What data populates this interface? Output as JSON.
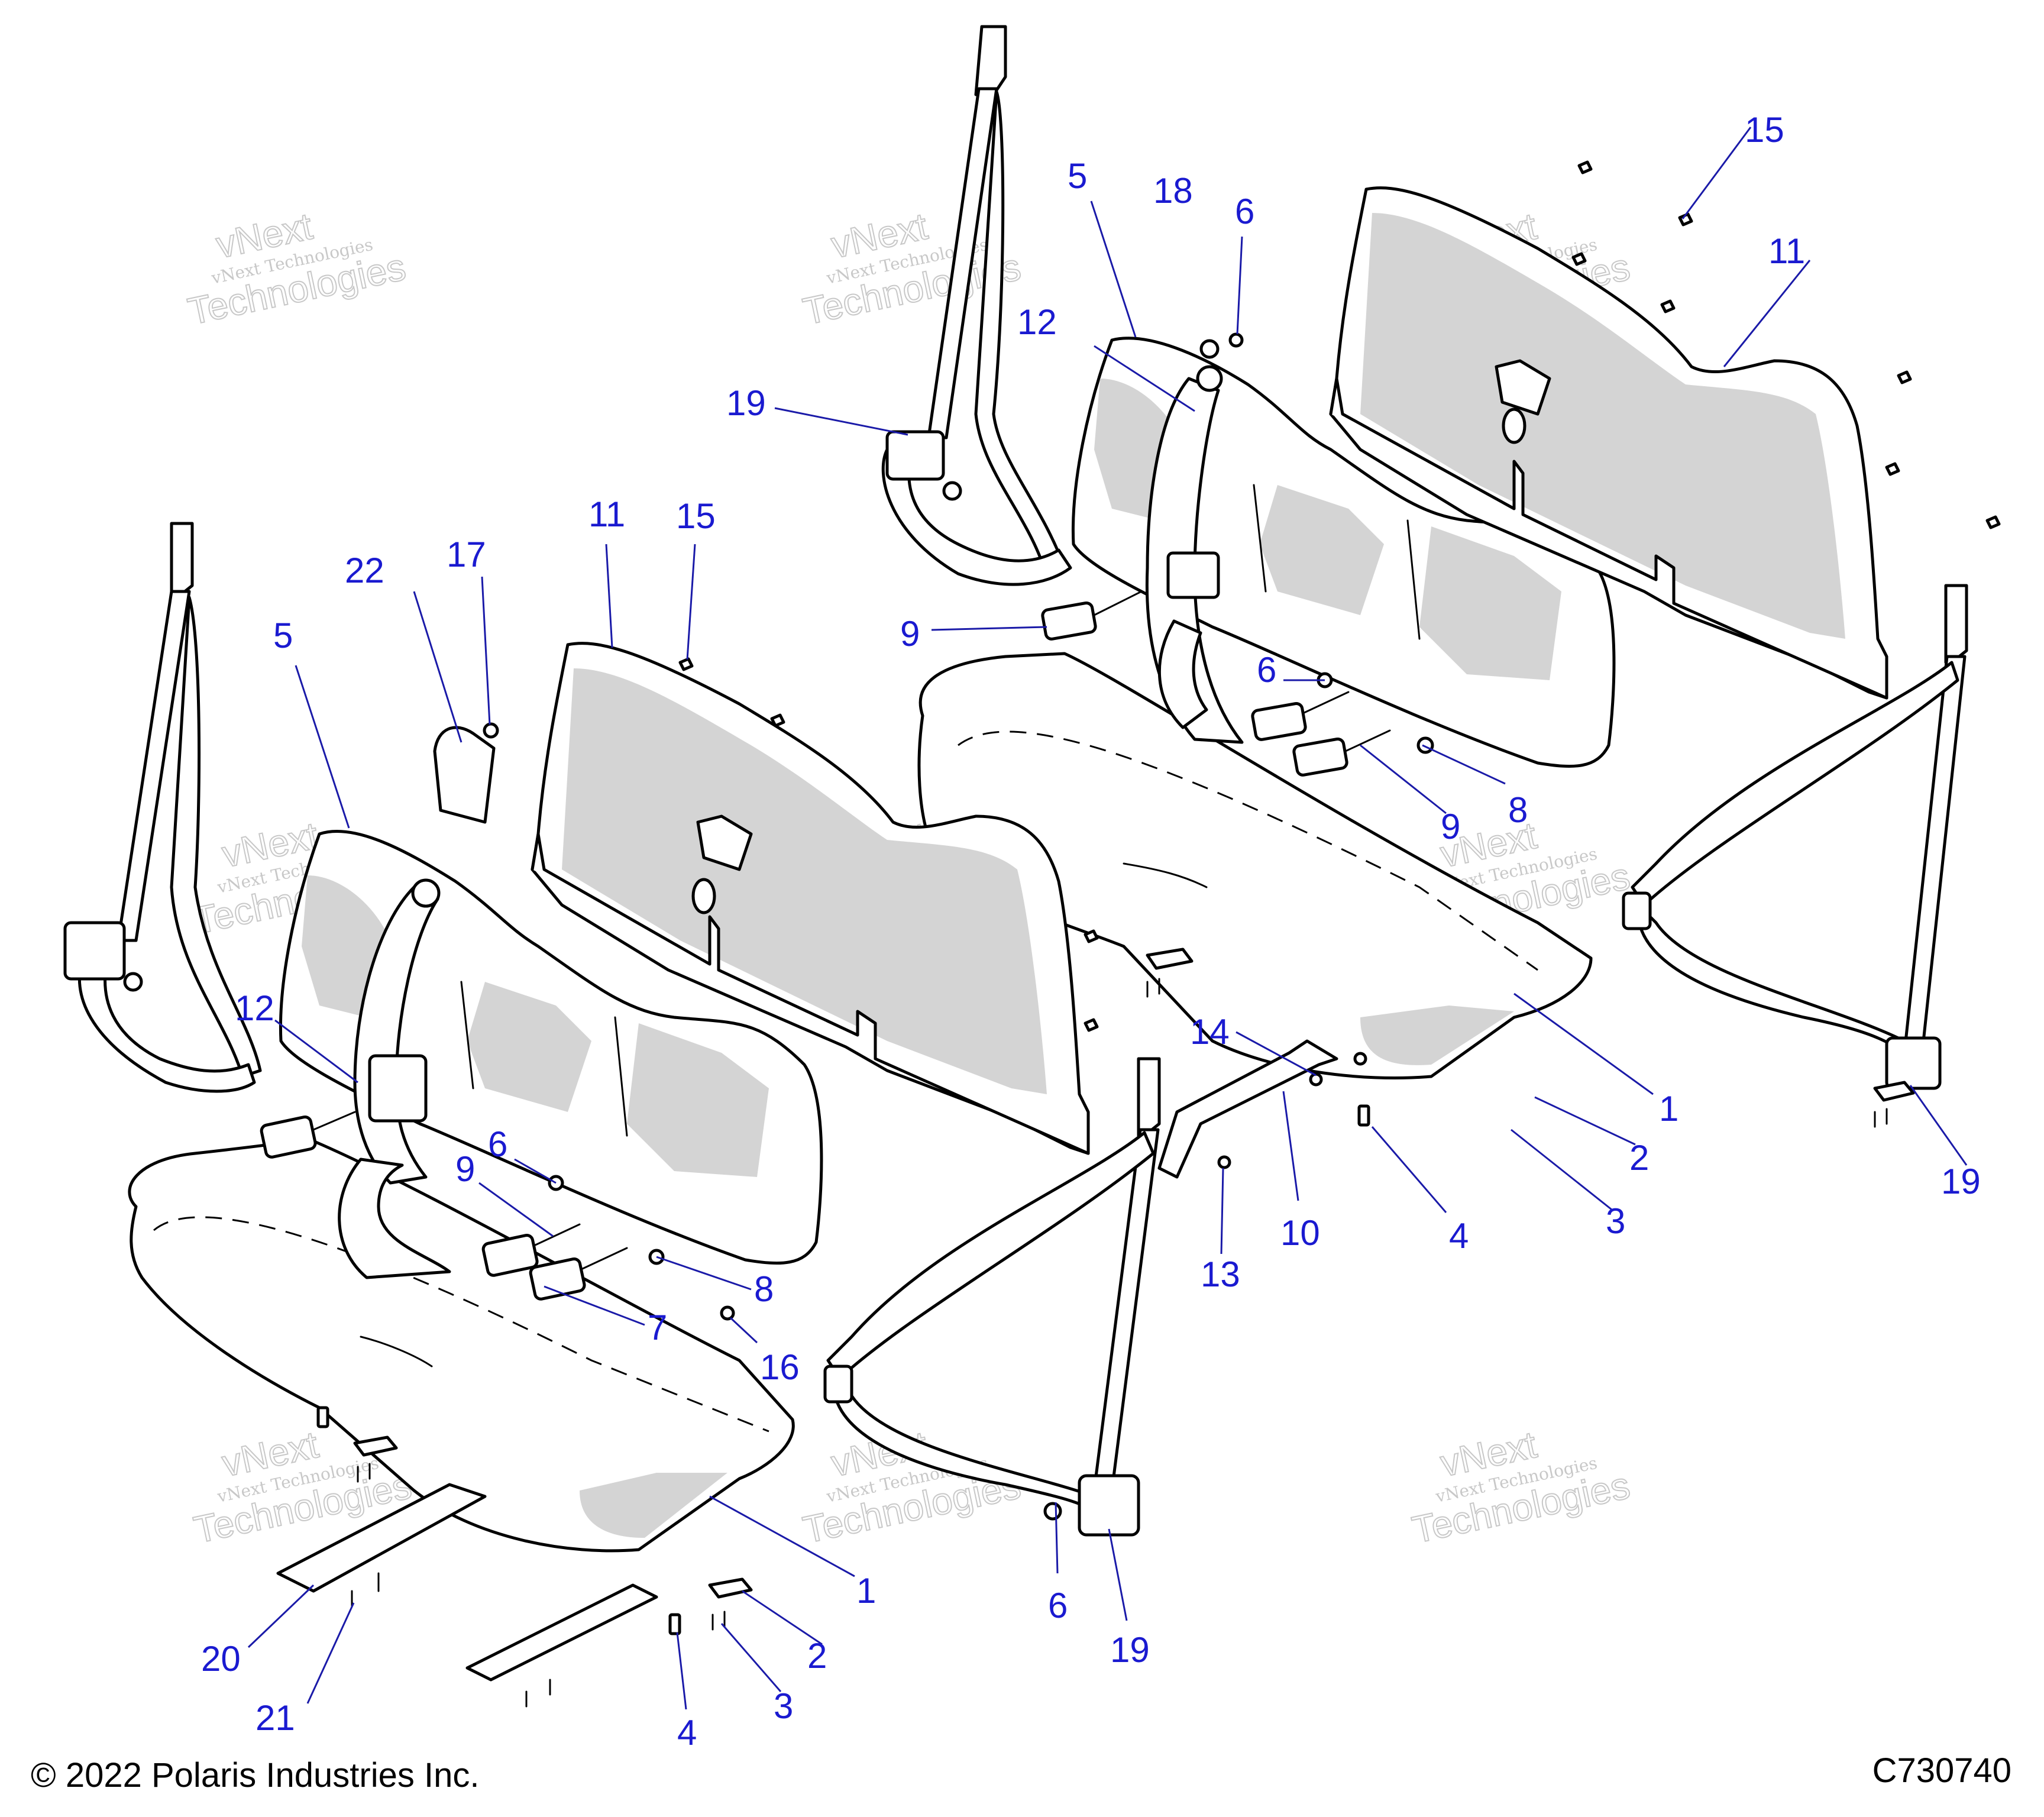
{
  "callouts": [
    {
      "label": "1"
    },
    {
      "label": "1"
    },
    {
      "label": "2"
    },
    {
      "label": "2"
    },
    {
      "label": "3"
    },
    {
      "label": "3"
    },
    {
      "label": "4"
    },
    {
      "label": "4"
    },
    {
      "label": "5"
    },
    {
      "label": "5"
    },
    {
      "label": "6"
    },
    {
      "label": "6"
    },
    {
      "label": "6"
    },
    {
      "label": "6"
    },
    {
      "label": "7"
    },
    {
      "label": "8"
    },
    {
      "label": "8"
    },
    {
      "label": "9"
    },
    {
      "label": "9"
    },
    {
      "label": "9"
    },
    {
      "label": "10"
    },
    {
      "label": "11"
    },
    {
      "label": "11"
    },
    {
      "label": "12"
    },
    {
      "label": "12"
    },
    {
      "label": "13"
    },
    {
      "label": "14"
    },
    {
      "label": "15"
    },
    {
      "label": "15"
    },
    {
      "label": "16"
    },
    {
      "label": "17"
    },
    {
      "label": "18"
    },
    {
      "label": "19"
    },
    {
      "label": "19"
    },
    {
      "label": "19"
    },
    {
      "label": "20"
    },
    {
      "label": "21"
    },
    {
      "label": "22"
    }
  ],
  "watermark": {
    "line1": "vNext",
    "line2": "vNext Technologies",
    "line3": "Technologies"
  },
  "footer": {
    "copyright": "© 2022 Polaris Industries Inc.",
    "drawing_id": "C730740"
  },
  "colors": {
    "callout": "#1a1ad0",
    "leader": "#1a1aa8",
    "shading": "#d4d4d4",
    "watermark": "#c8c8c8"
  }
}
